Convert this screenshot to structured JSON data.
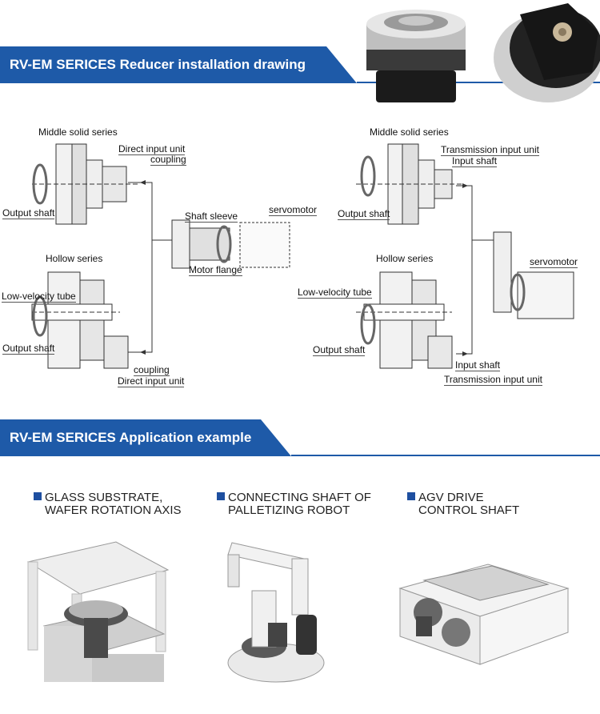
{
  "section1": {
    "title": "RV-EM SERICES  Reducer installation drawing"
  },
  "section2": {
    "title": "RV-EM SERICES    Application example"
  },
  "left_diagram": {
    "middle_solid_series": "Middle solid series",
    "direct_input_unit_top": "Direct input unit",
    "coupling_top": "coupling",
    "output_shaft_top": "Output shaft",
    "shaft_sleeve": "Shaft sleeve",
    "servomotor": "servomotor",
    "motor_flange": "Motor flange",
    "hollow_series": "Hollow series",
    "low_velocity_tube": "Low-velocity tube",
    "output_shaft_bottom": "Output shaft",
    "coupling_bottom": "coupling",
    "direct_input_unit_bottom": "Direct input unit"
  },
  "right_diagram": {
    "middle_solid_series": "Middle solid series",
    "transmission_input_unit_top": "Transmission input unit",
    "input_shaft_top": "Input shaft",
    "output_shaft_top": "Output shaft",
    "servomotor": "servomotor",
    "hollow_series": "Hollow series",
    "low_velocity_tube": "Low-velocity tube",
    "output_shaft_bottom": "Output shaft",
    "input_shaft_bottom": "Input shaft",
    "transmission_input_unit_bottom": "Transmission input unit"
  },
  "applications": [
    {
      "line1": "GLASS SUBSTRATE,",
      "line2": "WAFER ROTATION AXIS"
    },
    {
      "line1": "CONNECTING SHAFT OF",
      "line2": "PALLETIZING ROBOT"
    },
    {
      "line1": "AGV DRIVE",
      "line2": "CONTROL SHAFT"
    }
  ],
  "colors": {
    "accent": "#1e5aa8",
    "square": "#1e4fa0"
  }
}
